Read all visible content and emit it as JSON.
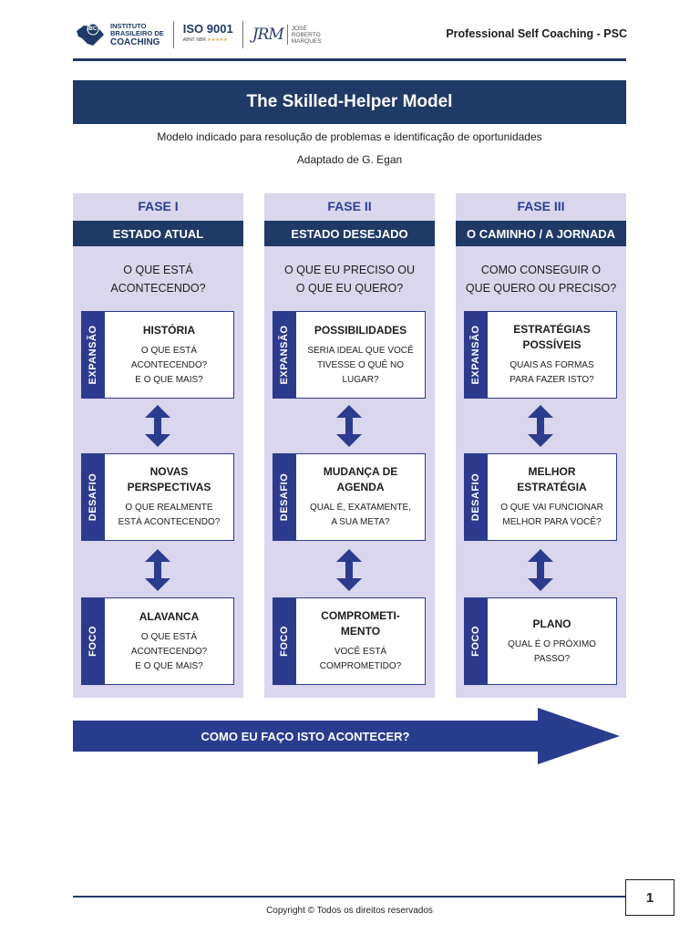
{
  "header": {
    "ibc_lines": [
      "INSTITUTO",
      "BRASILEIRO DE",
      "COACHING"
    ],
    "ibc_badge": "IBC",
    "iso_title": "ISO 9001",
    "iso_sub": "ABNT NBR",
    "iso_stars": "★★★★★",
    "jrm_mark": "JRM",
    "jrm_name": [
      "JOSÉ",
      "ROBERTO",
      "MARQUES"
    ],
    "doc_title": "Professional Self Coaching - PSC"
  },
  "banner_title": "The Skilled-Helper Model",
  "subtitle_1": "Modelo indicado para resolução de problemas e identificação de oportunidades",
  "subtitle_2": "Adaptado de G. Egan",
  "phases": [
    {
      "name": "FASE I",
      "state": "ESTADO ATUAL",
      "question": "O QUE ESTÁ\nACONTECENDO?",
      "cards": [
        {
          "side": "EXPANSÃO",
          "title": "HISTÓRIA",
          "desc": "O QUE ESTÁ\nACONTECENDO?\nE O QUE MAIS?"
        },
        {
          "side": "DESAFIO",
          "title": "NOVAS\nPERSPECTIVAS",
          "desc": "O QUE REALMENTE\nESTÁ ACONTECENDO?"
        },
        {
          "side": "FOCO",
          "title": "ALAVANCA",
          "desc": "O QUE ESTÁ\nACONTECENDO?\nE O QUE MAIS?"
        }
      ]
    },
    {
      "name": "FASE II",
      "state": "ESTADO DESEJADO",
      "question": "O QUE EU PRECISO OU\nO QUE EU QUERO?",
      "cards": [
        {
          "side": "EXPANSÃO",
          "title": "POSSIBILIDADES",
          "desc": "SERIA IDEAL QUE VOCÊ\nTIVESSE O QUÊ NO\nLUGAR?"
        },
        {
          "side": "DESAFIO",
          "title": "MUDANÇA DE\nAGENDA",
          "desc": "QUAL É, EXATAMENTE,\nA SUA META?"
        },
        {
          "side": "FOCO",
          "title": "COMPROMETI-\nMENTO",
          "desc": "VOCÊ ESTÁ\nCOMPROMETIDO?"
        }
      ]
    },
    {
      "name": "FASE III",
      "state": "O CAMINHO / A JORNADA",
      "question": "COMO CONSEGUIR O\nQUE QUERO OU PRECISO?",
      "cards": [
        {
          "side": "EXPANSÃO",
          "title": "ESTRATÉGIAS\nPOSSÍVEIS",
          "desc": "QUAIS AS FORMAS\nPARA FAZER ISTO?"
        },
        {
          "side": "DESAFIO",
          "title": "MELHOR\nESTRATÉGIA",
          "desc": "O QUE VAI FUNCIONAR\nMELHOR PARA VOCÊ?"
        },
        {
          "side": "FOCO",
          "title": "PLANO",
          "desc": "QUAL É O PRÓXIMO\nPASSO?"
        }
      ]
    }
  ],
  "arrow_label": "COMO EU FAÇO ISTO ACONTECER?",
  "footer": {
    "page_number": "1",
    "copyright": "Copyright © Todos os direitos reservados"
  },
  "colors": {
    "navy": "#1f3a66",
    "indigo": "#2d3b8e",
    "lavender": "#d9d6ee",
    "arrow_blue": "#293d8f",
    "phase_text": "#2c3e90"
  }
}
